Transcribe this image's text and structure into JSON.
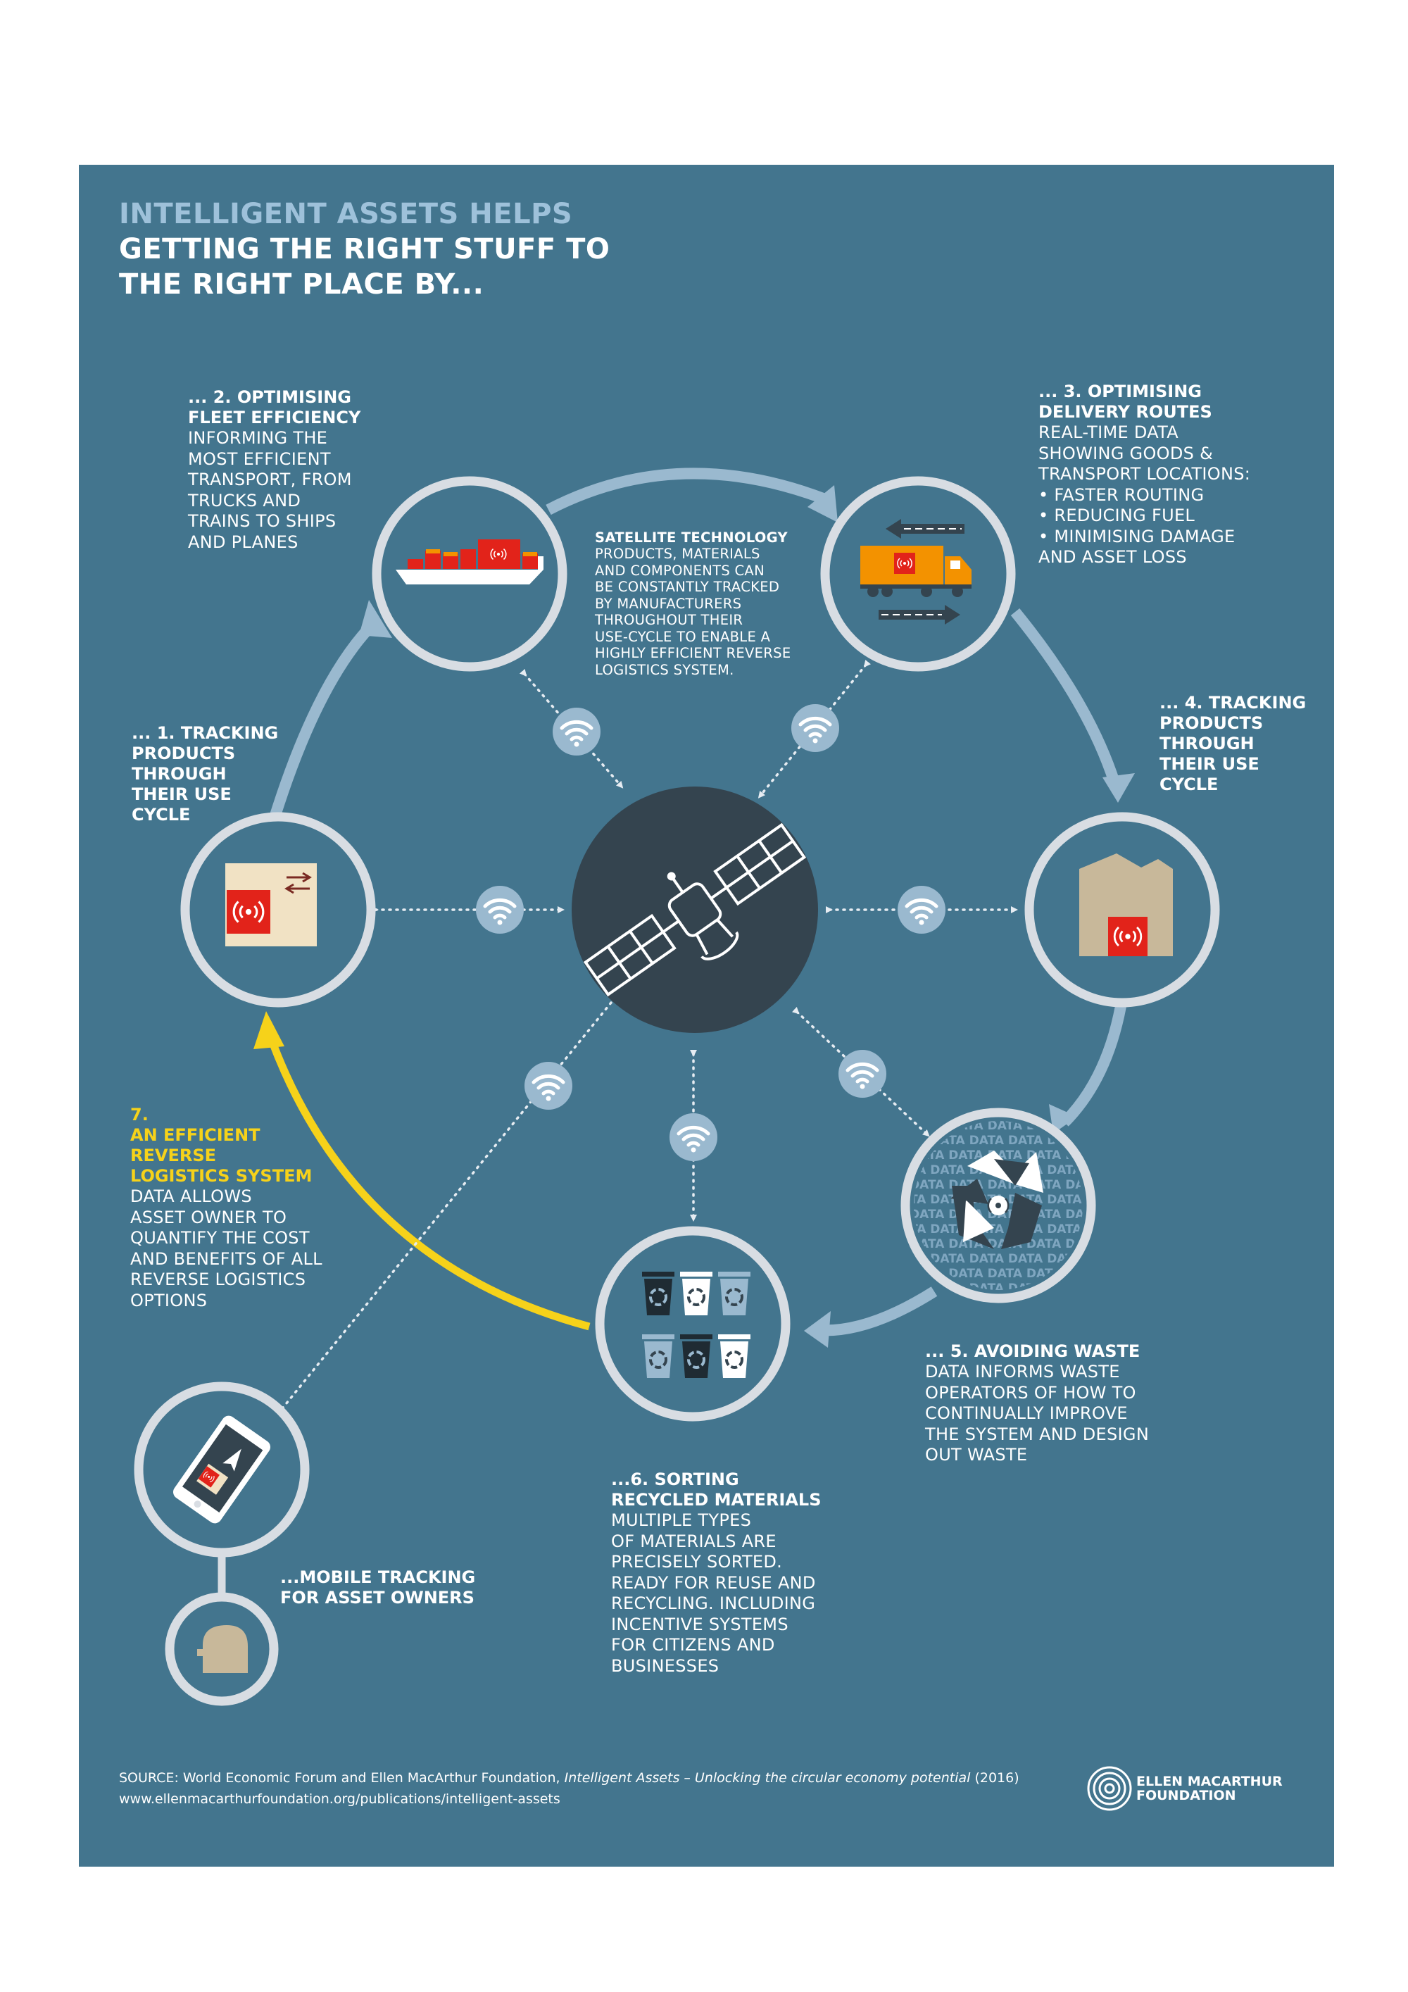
{
  "heading": {
    "line1": "INTELLIGENT ASSETS HELPS",
    "line2": "GETTING THE RIGHT STUFF TO",
    "line3": "THE RIGHT PLACE BY..."
  },
  "center": {
    "title": "SATELLITE TECHNOLOGY",
    "text": "PRODUCTS, MATERIALS\nAND COMPONENTS CAN\nBE CONSTANTLY TRACKED\nBY MANUFACTURERS\nTHROUGHOUT THEIR\nUSE-CYCLE TO ENABLE A\nHIGHLY EFFICIENT REVERSE\nLOGISTICS SYSTEM."
  },
  "steps": [
    {
      "title": "... 1. TRACKING\nPRODUCTS\nTHROUGH\nTHEIR USE\nCYCLE",
      "text": ""
    },
    {
      "title": "... 2. OPTIMISING\nFLEET EFFICIENCY",
      "text": "INFORMING THE\nMOST EFFICIENT\nTRANSPORT, FROM\nTRUCKS AND\nTRAINS TO SHIPS\nAND PLANES"
    },
    {
      "title": "... 3. OPTIMISING\nDELIVERY ROUTES",
      "text": "REAL-TIME DATA\nSHOWING GOODS &\nTRANSPORT LOCATIONS:\n• FASTER ROUTING\n• REDUCING FUEL\n• MINIMISING DAMAGE\nAND ASSET LOSS"
    },
    {
      "title": "... 4. TRACKING\nPRODUCTS\nTHROUGH\nTHEIR USE\nCYCLE",
      "text": ""
    },
    {
      "title": "... 5. AVOIDING WASTE",
      "text": "DATA INFORMS WASTE\nOPERATORS OF HOW TO\nCONTINUALLY IMPROVE\nTHE SYSTEM AND DESIGN\nOUT WASTE"
    },
    {
      "title": "...6. SORTING\nRECYCLED MATERIALS",
      "text": "MULTIPLE TYPES\nOF MATERIALS ARE\nPRECISELY SORTED.\nREADY FOR REUSE AND\nRECYCLING. INCLUDING\nINCENTIVE SYSTEMS\nFOR CITIZENS AND\nBUSINESSES"
    },
    {
      "title": "7.\nAN EFFICIENT\nREVERSE\nLOGISTICS SYSTEM",
      "text": "DATA ALLOWS\nASSET OWNER TO\nQUANTIFY THE COST\nAND BENEFITS OF ALL\nREVERSE LOGISTICS\nOPTIONS"
    }
  ],
  "mobile": {
    "title": "...MOBILE TRACKING\nFOR ASSET OWNERS"
  },
  "recycle_watermark": "DATA",
  "source": {
    "prefix": "SOURCE: World Economic Forum and Ellen MacArthur Foundation, ",
    "title": "Intelligent Assets – Unlocking the circular economy potential",
    "year": " (2016)",
    "url": "www.ellenmacarthurfoundation.org/publications/intelligent-assets"
  },
  "logo": {
    "text": "ELLEN MACARTHUR\nFOUNDATION"
  },
  "colors": {
    "background": "#43758e",
    "heading_accent": "#9ec1da",
    "ring": "#d8dde3",
    "satellite_disc": "#34444f",
    "yellow": "#f6d21a",
    "red": "#e2231a",
    "orange": "#f39200",
    "tan": "#c8b89a"
  },
  "icons": [
    "ship-icon",
    "truck-icon",
    "arrow-left-icon",
    "arrow-right-icon",
    "package-icon",
    "warehouse-icon",
    "satellite-icon",
    "recycle-icon",
    "bins-icon",
    "phone-icon",
    "person-icon",
    "wifi-icon",
    "rfid-tag-icon",
    "logo-icon"
  ]
}
